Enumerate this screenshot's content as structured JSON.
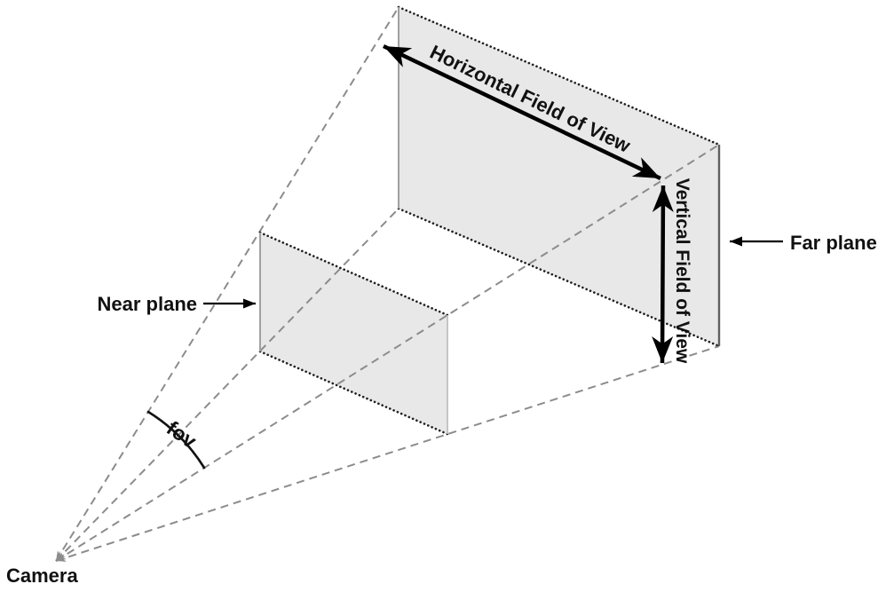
{
  "diagram": {
    "labels": {
      "camera": "Camera",
      "near_plane": "Near plane",
      "far_plane": "Far plane",
      "horizontal_fov": "Horizontal Field of View",
      "vertical_fov": "Vertical Field of View",
      "fov": "fov"
    },
    "colors": {
      "plane_fill": "#e8e8e8",
      "ray": "#8c8c8c",
      "dotted_edge": "#1f1f1f",
      "arrow": "#000000",
      "text": "#111111",
      "background": "#ffffff"
    }
  }
}
